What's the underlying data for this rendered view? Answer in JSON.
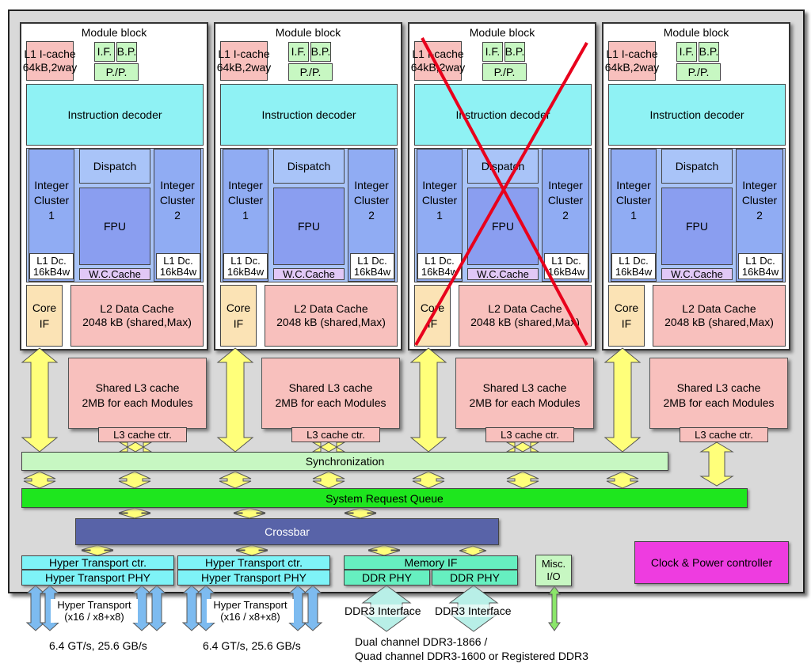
{
  "modules": [
    {
      "title": "Module block",
      "l1i": "L1 I-cache",
      "l1i_size": "64kB,2way",
      "if": "I.F.",
      "bp": "B.P.",
      "pp": "P./P.",
      "decoder": "Instruction decoder",
      "dispatch": "Dispatch",
      "int1": "Integer Cluster 1",
      "int2": "Integer Cluster 2",
      "fpu": "FPU",
      "l1d1": "L1 Dc. 16kB4w",
      "l1d2": "L1 Dc. 16kB4w",
      "wc": "W.C.Cache",
      "coreif": "Core IF",
      "l2": "L2 Data Cache",
      "l2_size": "2048 kB (shared,Max)",
      "l3": "Shared L3 cache",
      "l3_size": "2MB for each Modules",
      "l3ctr": "L3 cache ctr.",
      "disabled": false
    },
    {
      "title": "Module block",
      "l1i": "L1 I-cache",
      "l1i_size": "64kB,2way",
      "if": "I.F.",
      "bp": "B.P.",
      "pp": "P./P.",
      "decoder": "Instruction decoder",
      "dispatch": "Dispatch",
      "int1": "Integer Cluster 1",
      "int2": "Integer Cluster 2",
      "fpu": "FPU",
      "l1d1": "L1 Dc. 16kB4w",
      "l1d2": "L1 Dc. 16kB4w",
      "wc": "W.C.Cache",
      "coreif": "Core IF",
      "l2": "L2 Data Cache",
      "l2_size": "2048 kB (shared,Max)",
      "l3": "Shared L3 cache",
      "l3_size": "2MB for each Modules",
      "l3ctr": "L3 cache ctr.",
      "disabled": false
    },
    {
      "title": "Module block",
      "l1i": "L1 I-cache",
      "l1i_size": "64kB,2way",
      "if": "I.F.",
      "bp": "B.P.",
      "pp": "P./P.",
      "decoder": "Instruction decoder",
      "dispatch": "Dispatch",
      "int1": "Integer Cluster 1",
      "int2": "Integer Cluster 2",
      "fpu": "FPU",
      "l1d1": "L1 Dc. 16kB4w",
      "l1d2": "L1 Dc. 16kB4w",
      "wc": "W.C.Cache",
      "coreif": "Core IF",
      "l2": "L2 Data Cache",
      "l2_size": "2048 kB (shared,Max)",
      "l3": "Shared L3 cache",
      "l3_size": "2MB for each Modules",
      "l3ctr": "L3 cache ctr.",
      "disabled": true
    },
    {
      "title": "Module block",
      "l1i": "L1 I-cache",
      "l1i_size": "64kB,2way",
      "if": "I.F.",
      "bp": "B.P.",
      "pp": "P./P.",
      "decoder": "Instruction decoder",
      "dispatch": "Dispatch",
      "int1": "Integer Cluster 1",
      "int2": "Integer Cluster 2",
      "fpu": "FPU",
      "l1d1": "L1 Dc. 16kB4w",
      "l1d2": "L1 Dc. 16kB4w",
      "wc": "W.C.Cache",
      "coreif": "Core IF",
      "l2": "L2 Data Cache",
      "l2_size": "2048 kB (shared,Max)",
      "l3": "Shared L3 cache",
      "l3_size": "2MB for each Modules",
      "l3ctr": "L3 cache ctr.",
      "disabled": false
    }
  ],
  "sync": "Synchronization",
  "srq": "System Request Queue",
  "crossbar": "Crossbar",
  "ht": [
    {
      "ctr": "Hyper Transport ctr.",
      "phy": "Hyper Transport PHY",
      "link": "Hyper Transport",
      "link_width": "(x16 / x8+x8)",
      "speed": "6.4 GT/s, 25.6 GB/s"
    },
    {
      "ctr": "Hyper Transport ctr.",
      "phy": "Hyper Transport PHY",
      "link": "Hyper Transport",
      "link_width": "(x16 / x8+x8)",
      "speed": "6.4 GT/s, 25.6 GB/s"
    }
  ],
  "memory": {
    "if": "Memory IF",
    "phy1": "DDR PHY",
    "phy2": "DDR PHY",
    "iface1": "DDR3 Interface",
    "iface2": "DDR3 Interface",
    "note1": "Dual channel DDR3-1866 /",
    "note2": "Quad channel DDR3-1600 or Registered DDR3"
  },
  "misc": {
    "label1": "Misc.",
    "label2": "I/O"
  },
  "clock": "Clock & Power controller",
  "colors": {
    "sync": "#c7f7c2",
    "srq": "#1ee61e",
    "crossbar": "#5863a8",
    "ht_ctr": "#7ef3f7",
    "ht_phy": "#7ef3f7",
    "mem": "#66efc0",
    "clock": "#ee3ce0",
    "arrow": "#ffff7a",
    "link_arrow": "#7dbbf0",
    "disabled_x": "#e8001c"
  }
}
